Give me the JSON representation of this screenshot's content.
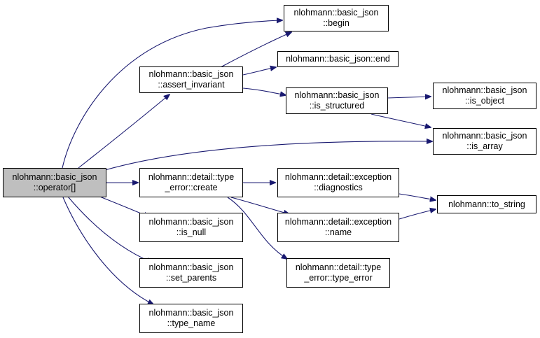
{
  "nodes": {
    "operator_index": {
      "line1": "nlohmann::basic_json",
      "line2": "::operator[]"
    },
    "assert_invariant": {
      "line1": "nlohmann::basic_json",
      "line2": "::assert_invariant"
    },
    "begin": {
      "line1": "nlohmann::basic_json",
      "line2": "::begin"
    },
    "end": {
      "line1": "nlohmann::basic_json::end"
    },
    "is_structured": {
      "line1": "nlohmann::basic_json",
      "line2": "::is_structured"
    },
    "is_object": {
      "line1": "nlohmann::basic_json",
      "line2": "::is_object"
    },
    "is_array": {
      "line1": "nlohmann::basic_json",
      "line2": "::is_array"
    },
    "type_error_create": {
      "line1": "nlohmann::detail::type",
      "line2": "_error::create"
    },
    "exception_diagnostics": {
      "line1": "nlohmann::detail::exception",
      "line2": "::diagnostics"
    },
    "to_string": {
      "line1": "nlohmann::to_string"
    },
    "exception_name": {
      "line1": "nlohmann::detail::exception",
      "line2": "::name"
    },
    "type_error_ctor": {
      "line1": "nlohmann::detail::type",
      "line2": "_error::type_error"
    },
    "is_null": {
      "line1": "nlohmann::basic_json",
      "line2": "::is_null"
    },
    "set_parents": {
      "line1": "nlohmann::basic_json",
      "line2": "::set_parents"
    },
    "type_name": {
      "line1": "nlohmann::basic_json",
      "line2": "::type_name"
    }
  },
  "colors": {
    "edge": "#191970",
    "root_fill": "#bfbfbf",
    "node_fill": "#ffffff",
    "border": "#000000"
  }
}
